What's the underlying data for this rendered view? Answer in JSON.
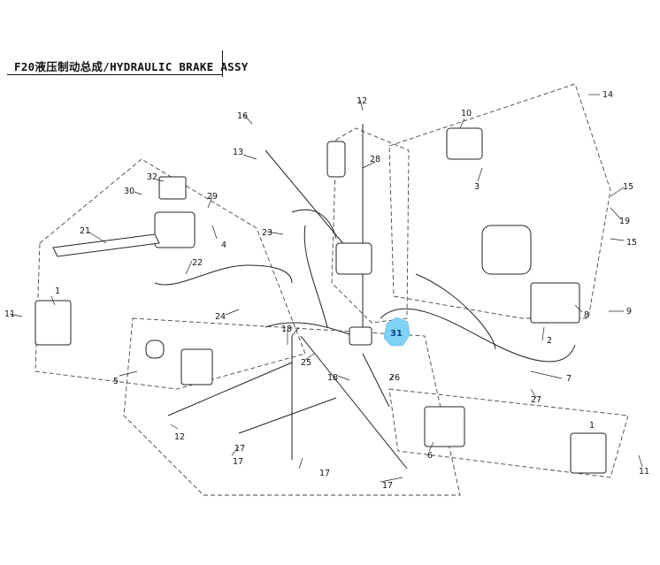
{
  "title": "F20液压制动总成/HYDRAULIC BRAKE ASSY",
  "colors": {
    "line": "#222222",
    "dash": "#444444",
    "highlight": "#7fd3f5",
    "highlight_text": "#1a3a8a"
  },
  "highlighted_callout": "31",
  "callouts": [
    "1",
    "1",
    "2",
    "3",
    "4",
    "5",
    "6",
    "7",
    "8",
    "9",
    "10",
    "11",
    "11",
    "12",
    "12",
    "13",
    "14",
    "15",
    "15",
    "16",
    "17",
    "17",
    "17",
    "17",
    "18",
    "18",
    "19",
    "21",
    "22",
    "23",
    "24",
    "25",
    "26",
    "27",
    "28",
    "29",
    "30",
    "31",
    "32"
  ]
}
